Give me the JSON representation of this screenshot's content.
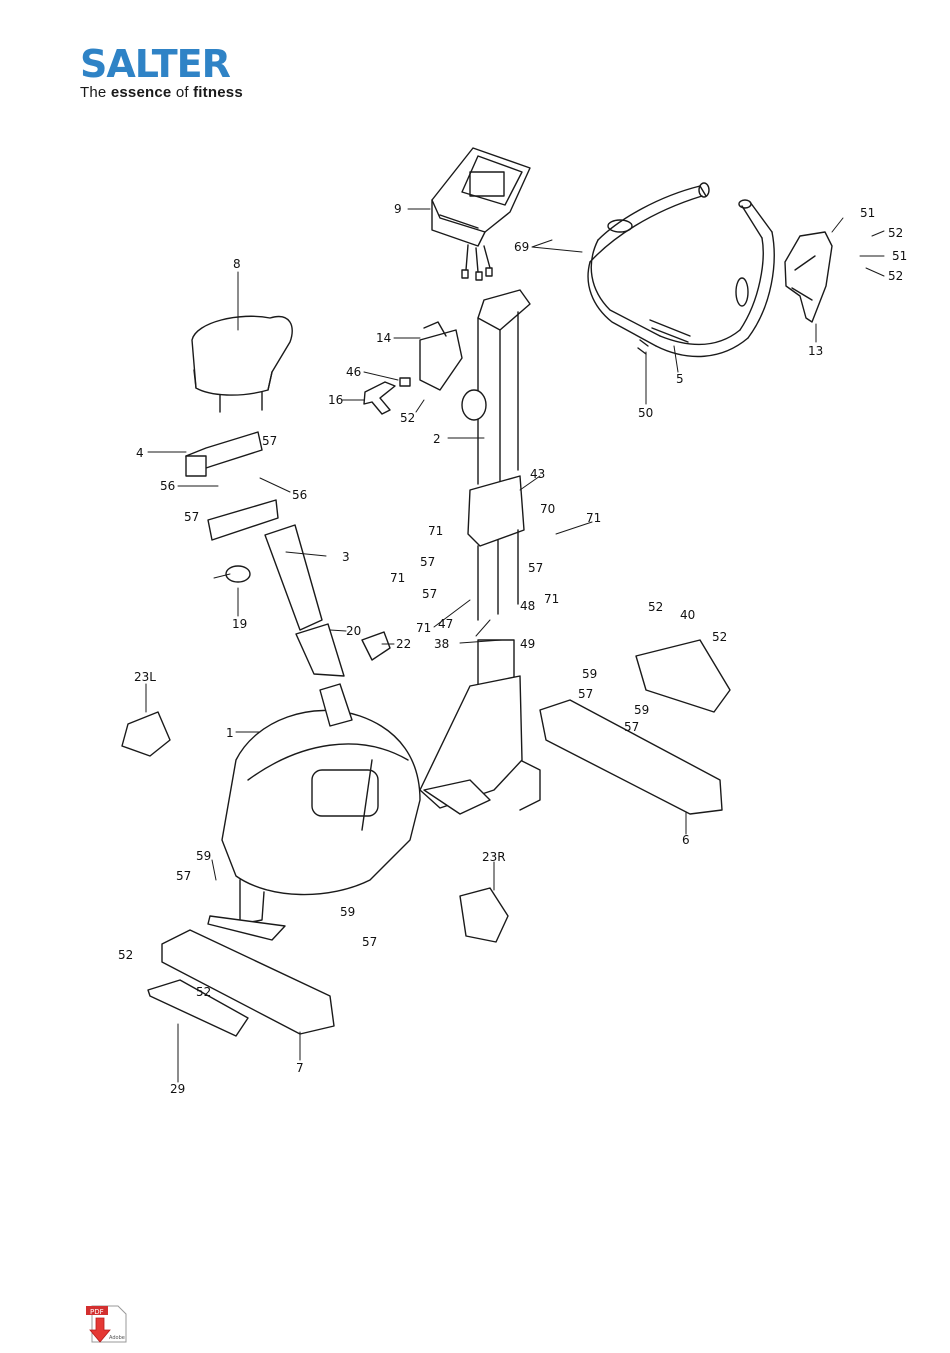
{
  "logo": {
    "brand": "SALTER",
    "tagline_pre": "The ",
    "tagline_bold": "essence",
    "tagline_mid": " of ",
    "tagline_end": "fitness",
    "brand_color": "#2f83c6"
  },
  "diagram": {
    "part_labels": [
      "9",
      "69",
      "51",
      "52",
      "51",
      "52",
      "13",
      "8",
      "14",
      "46",
      "16",
      "52",
      "5",
      "50",
      "2",
      "4",
      "57",
      "56",
      "56",
      "57",
      "3",
      "43",
      "70",
      "71",
      "71",
      "57",
      "71",
      "57",
      "57",
      "71",
      "48",
      "71",
      "47",
      "38",
      "49",
      "19",
      "20",
      "22",
      "52",
      "40",
      "52",
      "23L",
      "1",
      "59",
      "57",
      "59",
      "57",
      "6",
      "59",
      "57",
      "59",
      "57",
      "52",
      "52",
      "23R",
      "29",
      "7"
    ]
  },
  "pdf_icon": {
    "top_text": "PDF",
    "bottom_text": "Adobe"
  }
}
